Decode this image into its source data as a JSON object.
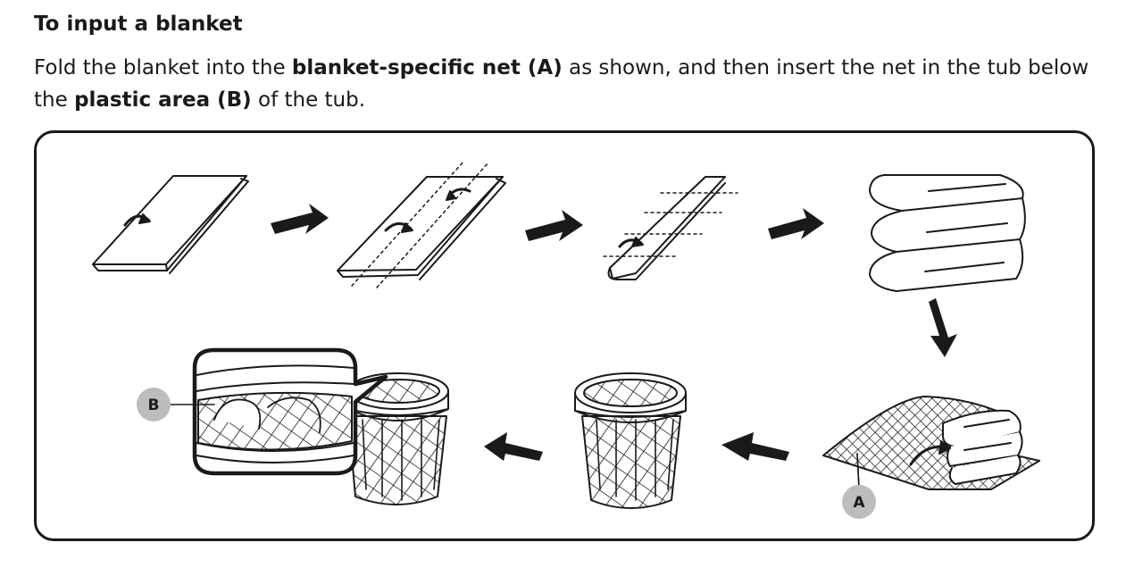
{
  "heading": "To input a blanket",
  "instruction": {
    "part1": "Fold the blanket into the ",
    "bold1": "blanket-specific net (A)",
    "part2": " as shown, and then insert the net in the tub below the ",
    "bold2": "plastic area (B)",
    "part3": " of the tub."
  },
  "figure": {
    "callout_a": "A",
    "callout_b": "B"
  },
  "colors": {
    "ink": "#1a1a1a",
    "callout_fill": "#bdbdbd"
  }
}
